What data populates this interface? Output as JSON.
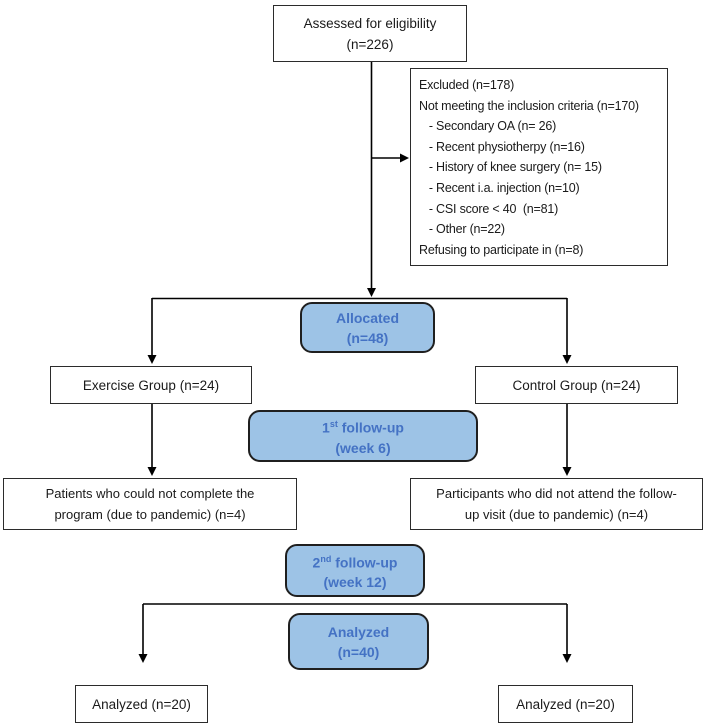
{
  "flowchart": {
    "colors": {
      "highlight_fill": "#9DC3E6",
      "highlight_text": "#4472C4",
      "highlight_border": "#1F1F1F",
      "box_border": "#2B2B2B",
      "line_color": "#000000",
      "text_color": "#1A1A1A"
    },
    "boxes": {
      "assessed": {
        "lines": [
          "Assessed for eligibility",
          "(n=226)"
        ]
      },
      "excluded": {
        "lines": [
          "Excluded (n=178)",
          "Not meeting the inclusion criteria (n=170)",
          "   - Secondary OA (n= 26)",
          "   - Recent physiotherpy (n=16)",
          "   - History of knee surgery (n= 15)",
          "   - Recent i.a. injection (n=10)",
          "   - CSI score < 40  (n=81)",
          "   - Other (n=22)",
          "Refusing to participate in (n=8)"
        ]
      },
      "allocated": {
        "lines": [
          "Allocated",
          "(n=48)"
        ]
      },
      "exercise_group": {
        "label": "Exercise Group (n=24)"
      },
      "control_group": {
        "label": "Control Group (n=24)"
      },
      "followup1": {
        "number": "1",
        "ordinal_suffix": "st",
        "label": " follow-up",
        "subtitle": "(week 6)"
      },
      "dropout_exercise": {
        "lines": [
          "Patients who could not complete the",
          "program (due to pandemic) (n=4)"
        ]
      },
      "dropout_control": {
        "lines": [
          "Participants who did not attend the follow-",
          "up visit (due to pandemic) (n=4)"
        ]
      },
      "followup2": {
        "number": "2",
        "ordinal_suffix": "nd",
        "label": " follow-up",
        "subtitle": "(week 12)"
      },
      "analyzed_total": {
        "lines": [
          "Analyzed",
          "(n=40)"
        ]
      },
      "analyzed_exercise": {
        "label": "Analyzed (n=20)"
      },
      "analyzed_control": {
        "label": "Analyzed (n=20)"
      }
    }
  }
}
